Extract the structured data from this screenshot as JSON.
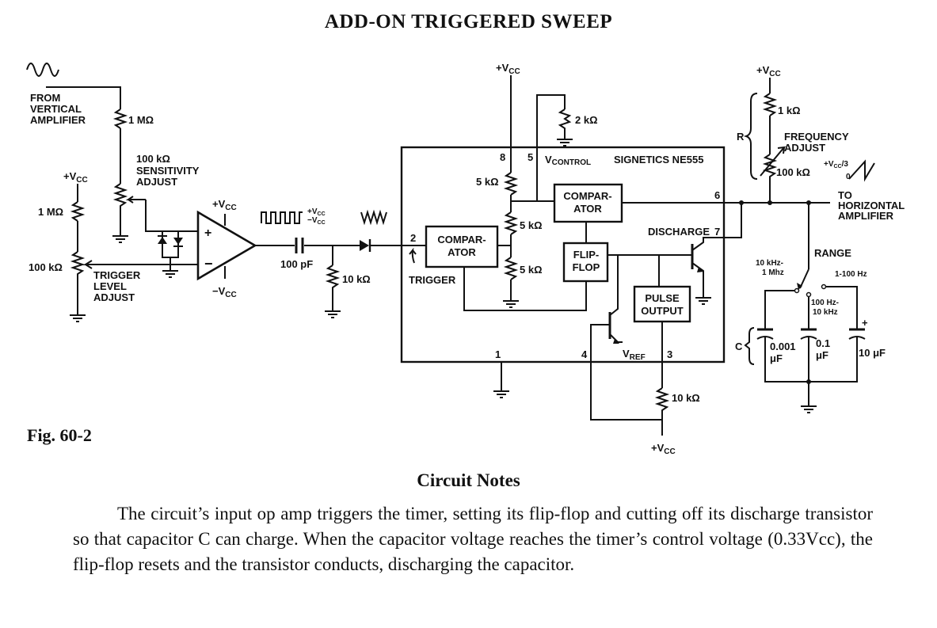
{
  "title": "ADD-ON TRIGGERED SWEEP",
  "figure_label": "Fig. 60-2",
  "notes": {
    "heading": "Circuit Notes",
    "body": "The circuit’s input op amp triggers the timer, setting its flip-flop and cutting off its discharge transistor so that capacitor C can charge. When the capacitor voltage reaches the timer’s control voltage (0.33Vcc), the flip-flop resets and the transistor conducts, discharging the capacitor."
  },
  "diagram": {
    "input_source": "FROM VERTICAL AMPLIFIER",
    "r_1meg_top": "1 MΩ",
    "r_sensitivity": "100 kΩ",
    "sensitivity_label": "SENSITIVITY ADJUST",
    "vcc_left": "+Vcc",
    "r_1meg_left": "1 MΩ",
    "r_trigger": "100 kΩ",
    "trigger_label": "TRIGGER LEVEL ADJUST",
    "opamp_vcc_pos": "+Vcc",
    "opamp_vcc_neg": "−Vcc",
    "opamp_plus": "+",
    "opamp_minus": "−",
    "square_wave_levels": "+Vcc −Vcc",
    "capacitor_100pf": "100 pF",
    "r_10k_input": "10 kΩ",
    "chip_name": "SIGNETICS NE555",
    "vcontrol_label": "VCONTROL",
    "pin_8": "8",
    "pin_5": "5",
    "pin_6": "6",
    "pin_7": "7",
    "pin_2": "2",
    "pin_1": "1",
    "pin_4": "4",
    "pin_3": "3",
    "vcc_chip": "+Vcc",
    "r_2k": "2 kΩ",
    "r_5k_1": "5 kΩ",
    "r_5k_2": "5 kΩ",
    "r_5k_3": "5 kΩ",
    "comparator_upper": "COMPAR- ATOR",
    "comparator_lower": "COMPAR- ATOR",
    "flipflop": "FLIP- FLOP",
    "pulse_output": "PULSE OUTPUT",
    "discharge_label": "DISCHARGE",
    "trigger_pin_label": "TRIGGER",
    "vref_label": "VREF",
    "r_10k_bottom": "10 kΩ",
    "vcc_bottom": "+Vcc",
    "vcc_right": "+Vcc",
    "r_1k": "1 kΩ",
    "r_label": "R",
    "frequency_adjust": "FREQUENCY ADJUST",
    "r_100k_freq": "100 kΩ",
    "ramp_levels": "+Vcc/3 0",
    "output_label": "TO HORIZONTAL AMPLIFIER",
    "range_label": "RANGE",
    "range_high": "10 kHz- 1 Mhz",
    "range_mid": "100 Hz- 10 kHz",
    "range_low": "1-100 Hz",
    "c_label": "C",
    "cap_0001": "0.001 μF",
    "cap_01": "0.1 μF",
    "cap_10": "10 μF",
    "cap_10_polarity": "+"
  }
}
